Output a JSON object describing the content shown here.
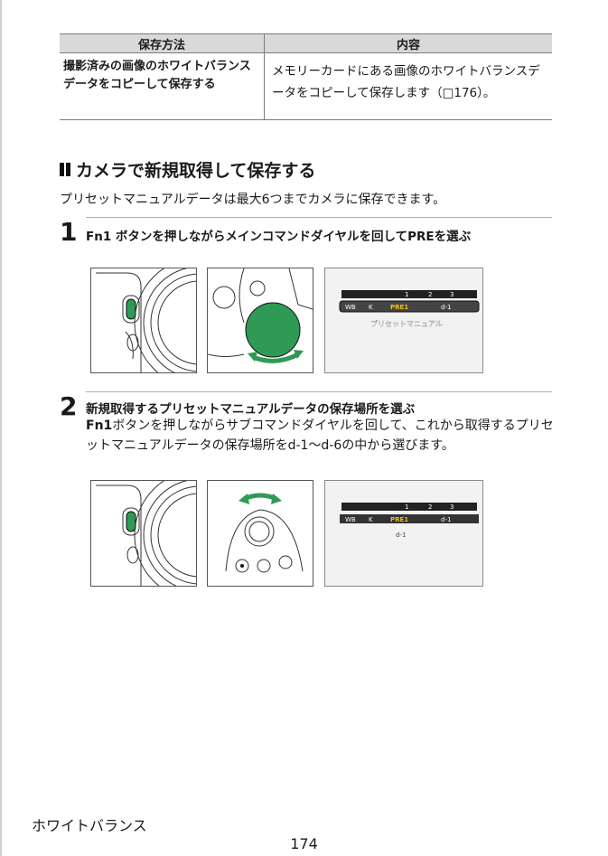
{
  "table": {
    "headers": [
      "保存方法",
      "内容"
    ],
    "rows": [
      {
        "method": "撮影済みの画像のホワイトバランスデータをコピーして保存する",
        "content": "メモリーカードにある画像のホワイトバランスデータをコピーして保存します（□176）。"
      }
    ]
  },
  "section": {
    "heading": "カメラで新規取得して保存する",
    "intro": "プリセットマニュアルデータは最大6つまでカメラに保存できます。"
  },
  "steps": [
    {
      "number": "1",
      "title": "Fn1 ボタンを押しながらメインコマンドダイヤルを回してPREを選ぶ"
    },
    {
      "number": "2",
      "title": "新規取得するプリセットマニュアルデータの保存場所を選ぶ",
      "body_bold": "Fn1",
      "body": "ボタンを押しながらサブコマンドダイヤルを回して、これから取得するプリセットマニュアルデータの保存場所をd-1～d-6の中から選びます。"
    }
  ],
  "screen1": {
    "tabs": [
      "1",
      "2",
      "3"
    ],
    "items": [
      "WB",
      "K",
      "PRE1",
      "d-1"
    ],
    "caption": "プリセットマニュアル"
  },
  "screen2": {
    "tabs": [
      "1",
      "2",
      "3"
    ],
    "items": [
      "WB",
      "K",
      "PRE1",
      "d-1"
    ],
    "slot": "d-1"
  },
  "colors": {
    "accent_green": "#2e9a55",
    "highlight_yellow": "#f0c020"
  },
  "footer": {
    "label": "ホワイトバランス",
    "page": "174"
  }
}
